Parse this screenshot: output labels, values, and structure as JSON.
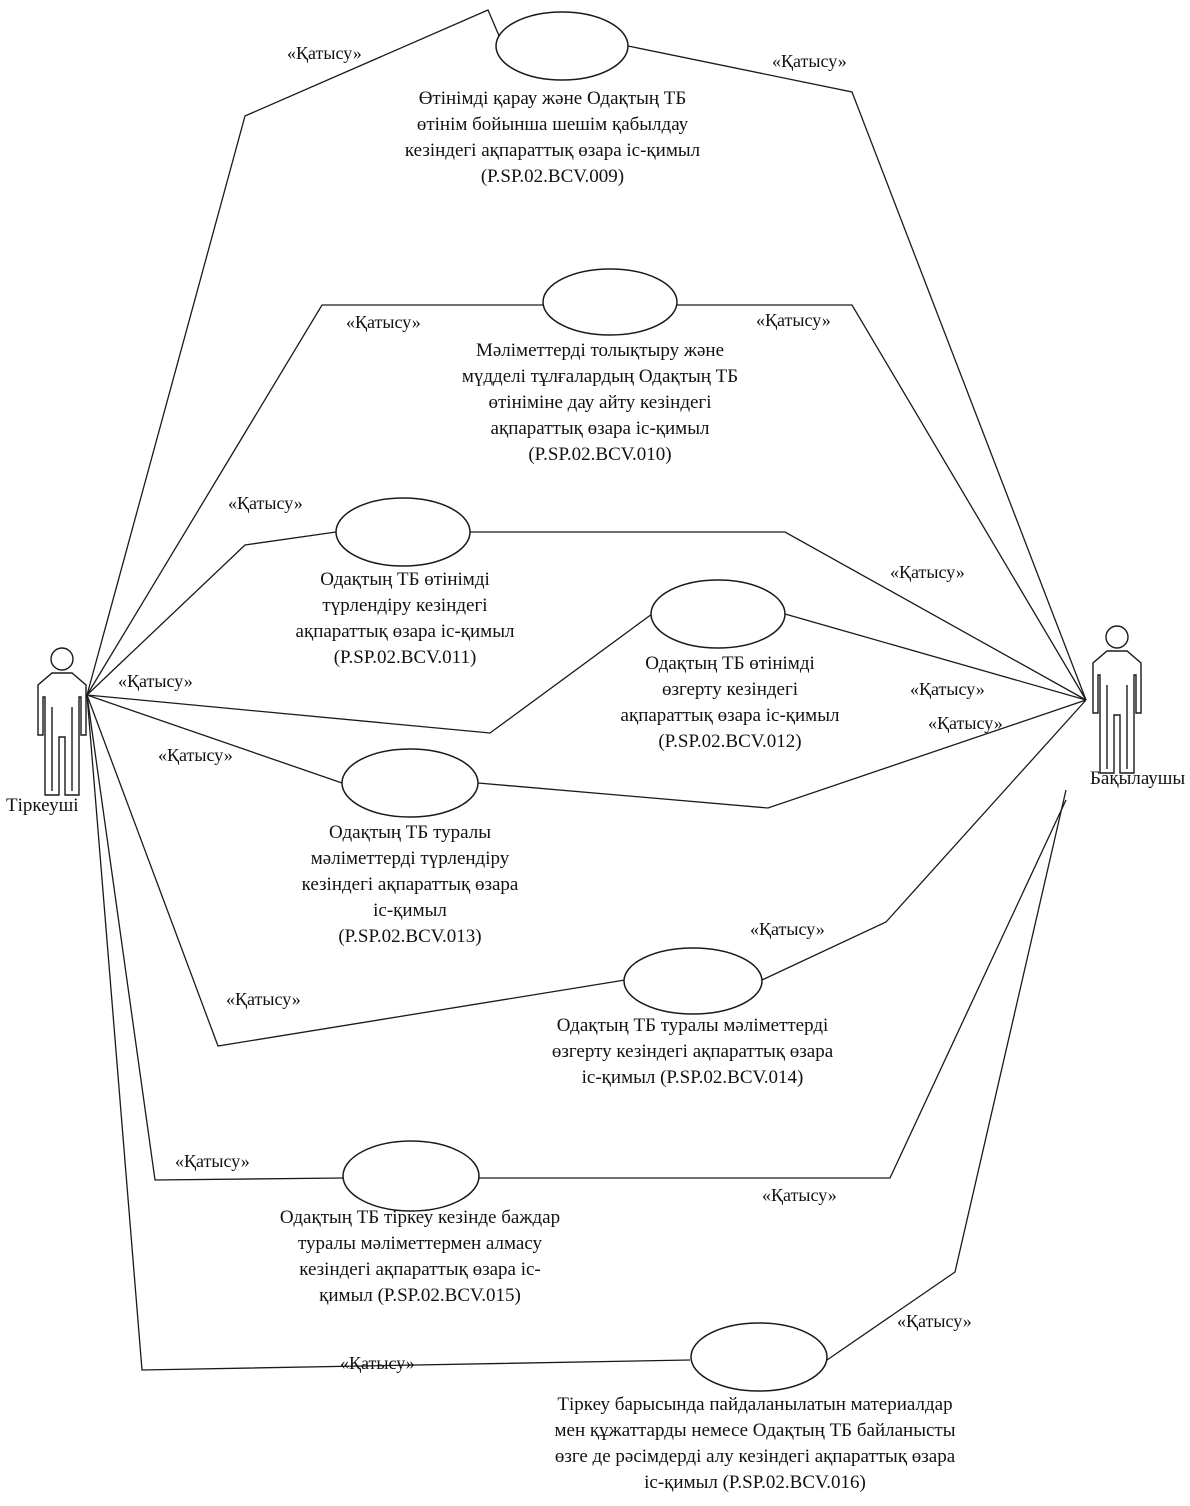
{
  "actors": {
    "left": {
      "name": "Тіркеуші"
    },
    "right": {
      "name": "Бақылаушы"
    }
  },
  "stereotype": "«Қатысу»",
  "use_cases": [
    {
      "id": "uc009",
      "lines": [
        "Өтінімді қарау және Одақтың ТБ",
        "өтінім бойынша шешім қабылдау",
        "кезіндегі ақпараттық өзара іс-қимыл",
        "(P.SP.02.BCV.009)"
      ]
    },
    {
      "id": "uc010",
      "lines": [
        "Мәліметтерді толықтыру және",
        "мүдделі тұлғалардың Одақтың ТБ",
        "өтініміне дау айту кезіндегі",
        "ақпараттық өзара іс-қимыл",
        "(P.SP.02.BCV.010)"
      ]
    },
    {
      "id": "uc011",
      "lines": [
        "Одақтың ТБ өтінімді",
        "түрлендіру кезіндегі",
        "ақпараттық өзара іс-қимыл",
        "(P.SP.02.BCV.011)"
      ]
    },
    {
      "id": "uc012",
      "lines": [
        "Одақтың ТБ өтінімді",
        "өзгерту кезіндегі",
        "ақпараттық өзара іс-қимыл",
        "(P.SP.02.BCV.012)"
      ]
    },
    {
      "id": "uc013",
      "lines": [
        "Одақтың ТБ туралы",
        "мәліметтерді түрлендіру",
        "кезіндегі ақпараттық өзара",
        "іс-қимыл",
        "(P.SP.02.BCV.013)"
      ]
    },
    {
      "id": "uc014",
      "lines": [
        "Одақтың ТБ туралы мәліметтерді",
        "өзгерту кезіндегі ақпараттық өзара",
        "іс-қимыл (P.SP.02.BCV.014)"
      ]
    },
    {
      "id": "uc015",
      "lines": [
        "Одақтың ТБ тіркеу кезінде баждар",
        "туралы мәліметтермен алмасу",
        "кезіндегі ақпараттық өзара іс-",
        "қимыл (P.SP.02.BCV.015)"
      ]
    },
    {
      "id": "uc016",
      "lines": [
        "Тіркеу барысында пайдаланылатын материалдар",
        "мен құжаттарды немесе Одақтың ТБ байланысты",
        "өзге де рәсімдерді алу кезіндегі ақпараттық өзара",
        "іс-қимыл (P.SP.02.BCV.016)"
      ]
    }
  ]
}
